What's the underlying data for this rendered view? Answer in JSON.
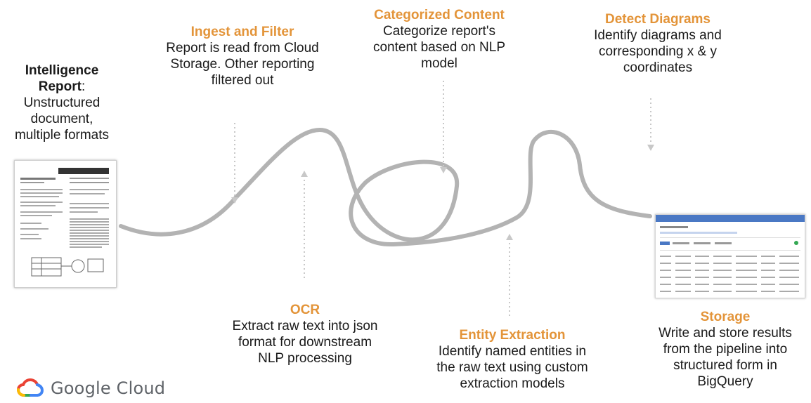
{
  "intro": {
    "title_line1": "Intelligence",
    "title_line2": "Report",
    "colon": ":",
    "desc": "Unstructured document, multiple formats"
  },
  "stages": {
    "ingest": {
      "title": "Ingest and Filter",
      "desc": "Report is read from Cloud\nStorage.  Other reporting\nfiltered out"
    },
    "categorize": {
      "title": "Categorized Content",
      "desc": "Categorize report's\ncontent based on NLP\nmodel"
    },
    "diagrams": {
      "title": "Detect Diagrams",
      "desc": "Identify diagrams and\ncorresponding x & y\ncoordinates"
    },
    "ocr": {
      "title": "OCR",
      "desc": "Extract raw text into json\nformat for downstream\nNLP processing"
    },
    "entity": {
      "title": "Entity Extraction",
      "desc": "Identify named entities in\nthe raw text using custom\nextraction models"
    },
    "storage": {
      "title": "Storage",
      "desc": "Write and store results\nfrom the pipeline into\nstructured form in\nBigQuery"
    }
  },
  "logo": {
    "text": "Google Cloud",
    "icon": "google-cloud-logo-icon"
  },
  "colors": {
    "accent": "#e39439",
    "flow_line": "#b3b3b3",
    "connector": "#c8c8c8",
    "logo_red": "#ea4335",
    "logo_blue": "#4285f4",
    "logo_yellow": "#fbbc05",
    "logo_green": "#34a853"
  }
}
